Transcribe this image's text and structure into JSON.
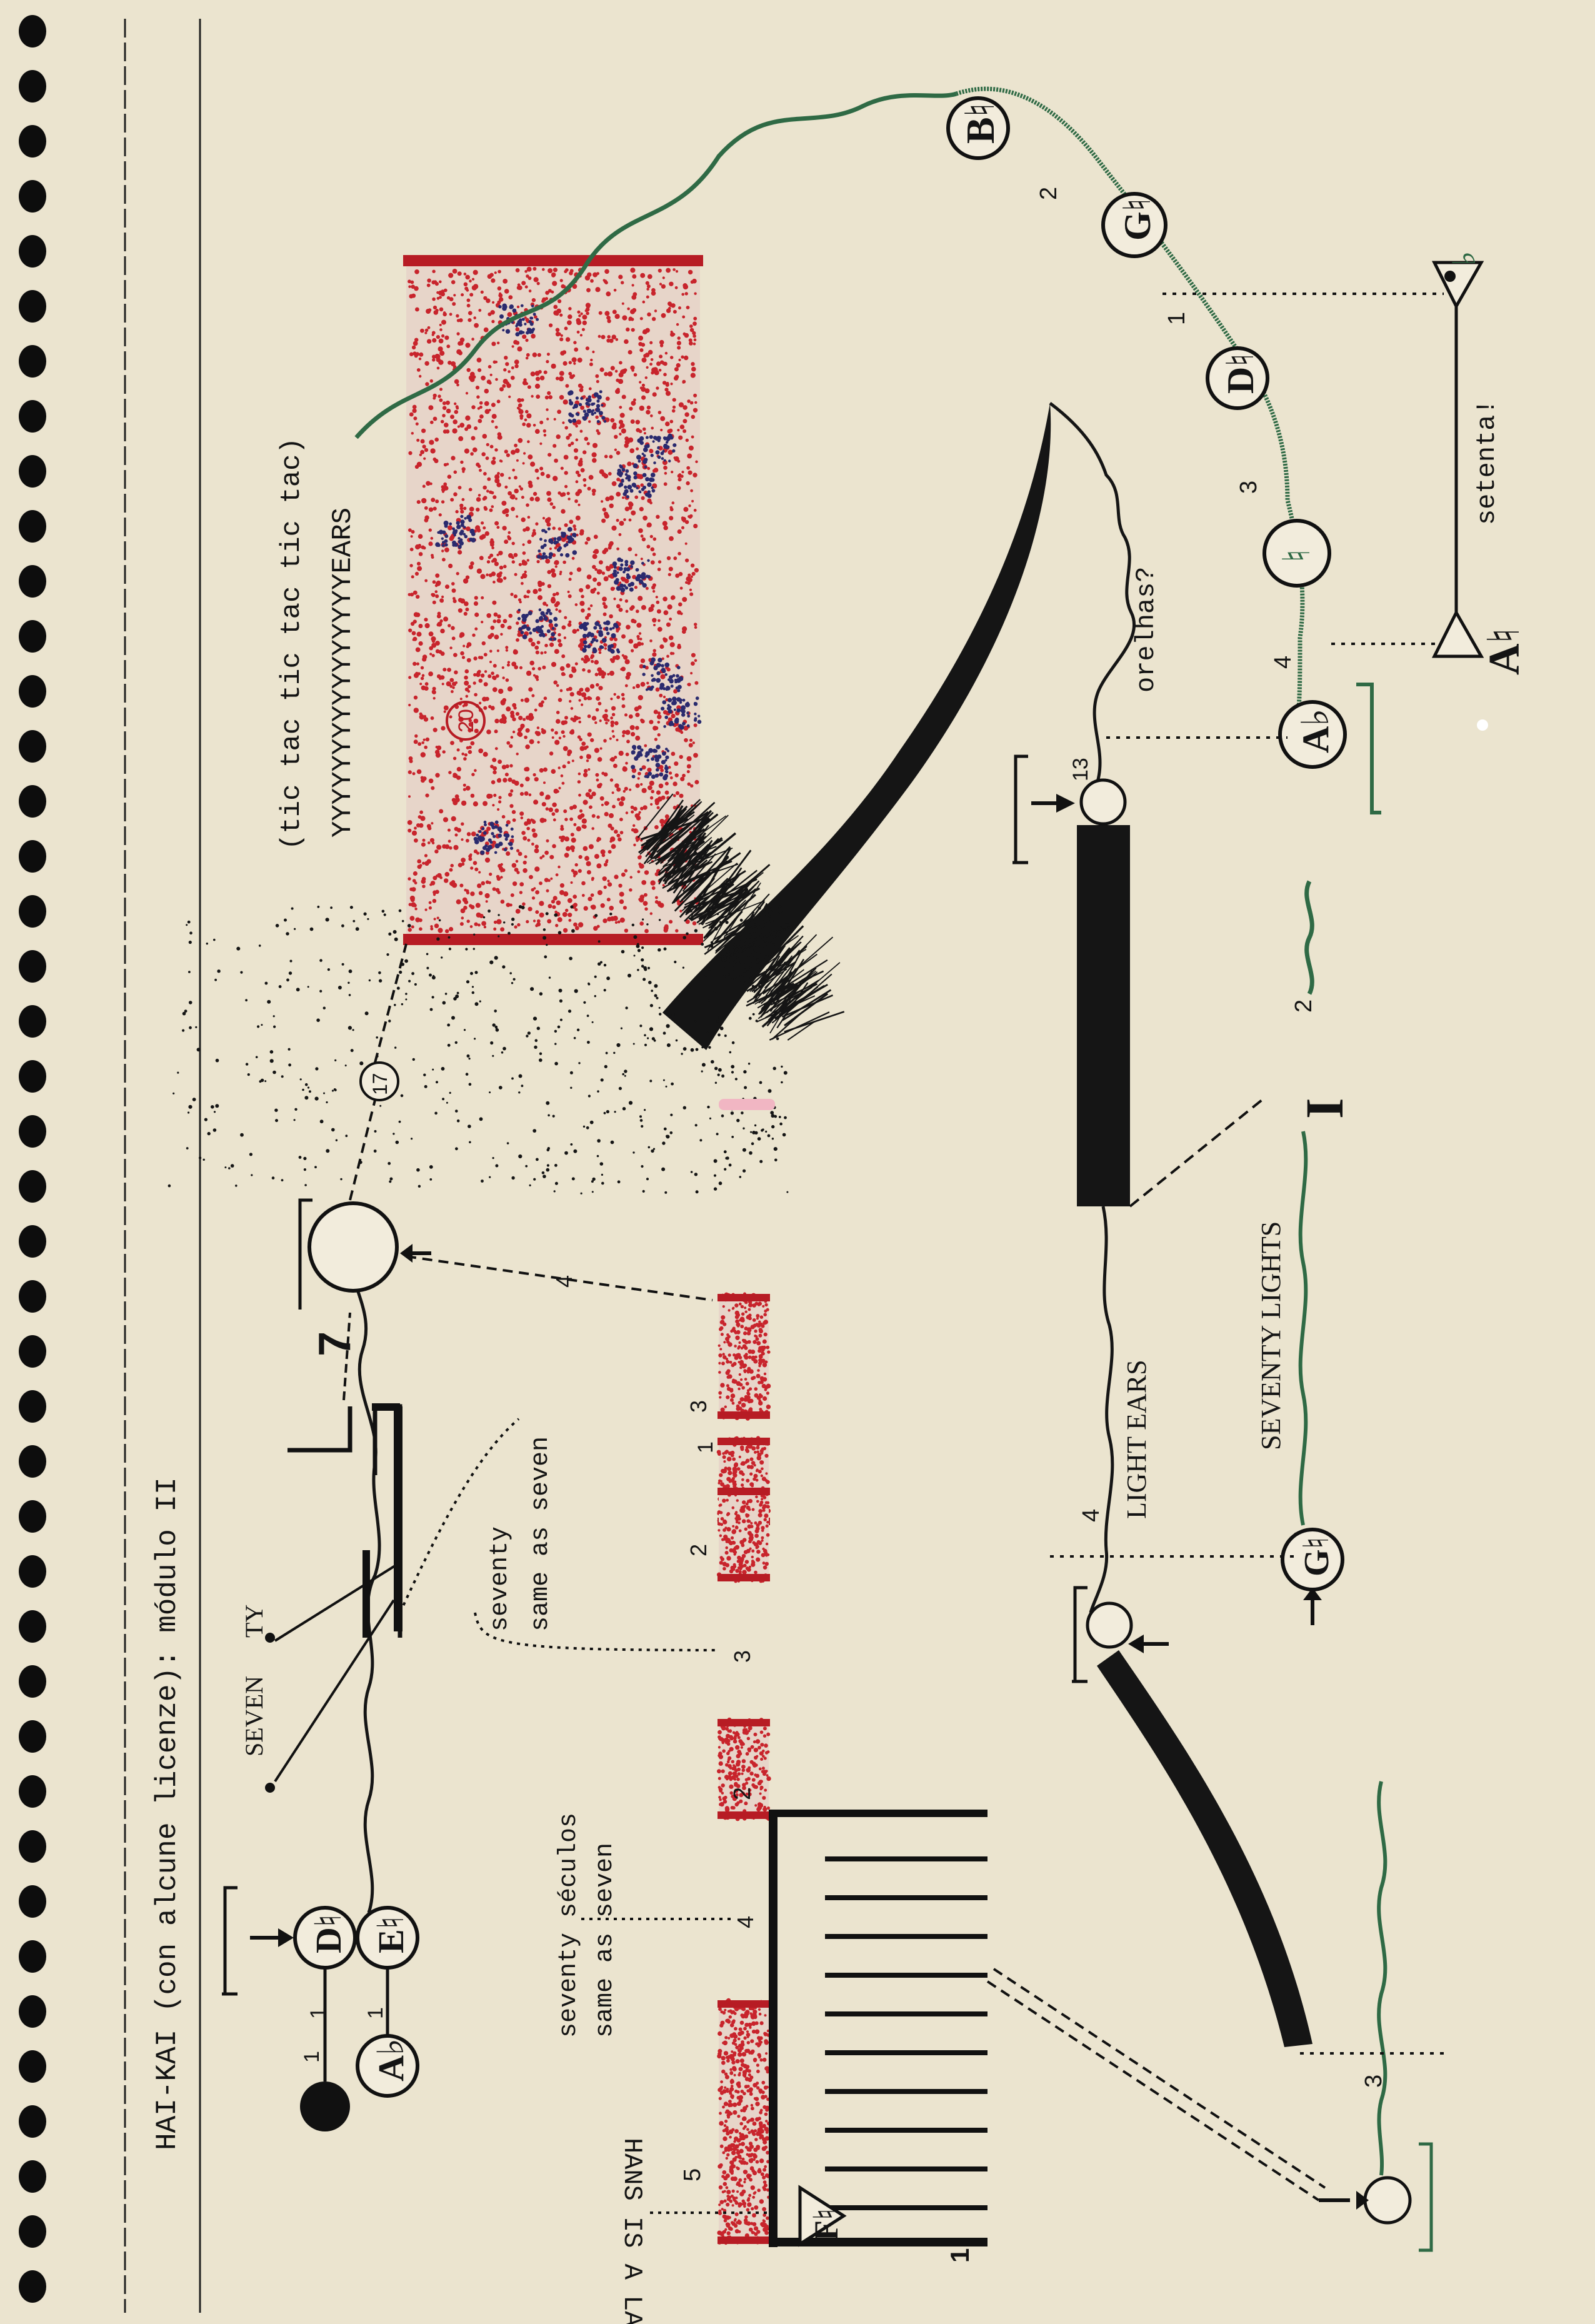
{
  "title": "HAI-KAI (con alcune licenze): módulo II",
  "labels": {
    "tic_tac": "(tic tac tic tac tic tac)",
    "years": "YYYYYYYYYYYYYYYYEARS",
    "seven": "SEVEN",
    "ty": "TY",
    "seventy_same": [
      "seventy",
      "same as seven"
    ],
    "seventy_seculos": [
      "seventy séculos",
      "same as seven"
    ],
    "hans": "HANS IS A LAD",
    "light_ears": "LIGHT EARS",
    "seventy_lights": "SEVENTY LIGHTS",
    "orelhas": "orelhas?",
    "setenta": "setenta!"
  },
  "numbers": {
    "n1_ab": "1",
    "n1_d": "1",
    "n1_e": "1",
    "n7": "7",
    "n4_dash": "4",
    "n17": "17",
    "n20": "20",
    "n13": "13",
    "n4_lightears": "4",
    "n3_g": "3",
    "n3_bottom": "3",
    "n1_roman": "I",
    "n2_wave": "2",
    "n1_bot": "1",
    "n5": "5",
    "n2_block": "2",
    "n4_dots": "4",
    "n3_dots": "3",
    "n2_small": "2",
    "n1_small": "1",
    "n3_small": "3",
    "arc_2": "2",
    "arc_1": "1",
    "arc_3": "3",
    "arc_4": "4"
  },
  "notes": {
    "ab_left": "A♭",
    "d_nat": "D♮",
    "e_nat": "E♮",
    "g_nat": "G♮",
    "f_nat": "F♮",
    "b_nat": "B♮",
    "g_nat_arc": "G♮",
    "d_nat_arc": "D♮",
    "nat_arc": "♮",
    "ab_arc": "A♭",
    "a_nat": "A♮"
  },
  "colors": {
    "paper": "#ebe4cf",
    "ink": "#141414",
    "red": "#c8242c",
    "blue": "#2a2a6e",
    "green": "#2f6a45"
  }
}
